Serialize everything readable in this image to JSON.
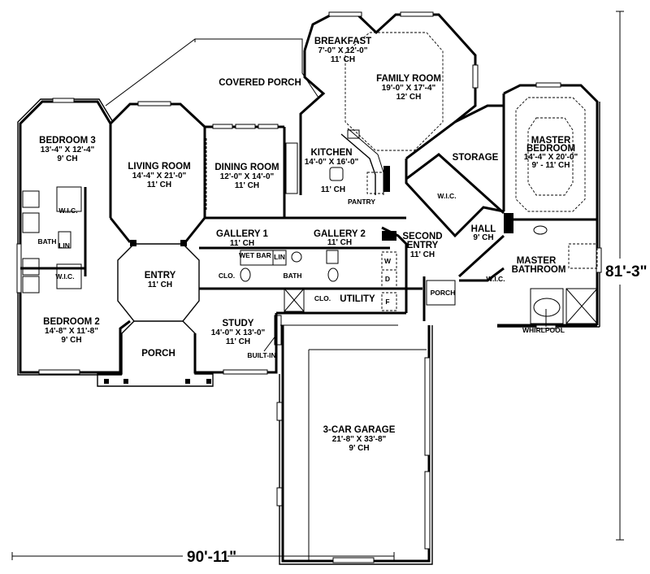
{
  "plan": {
    "overall_width": "90'-11\"",
    "overall_depth": "81'-3\""
  },
  "rooms": {
    "covered_porch": {
      "name": "COVERED PORCH"
    },
    "breakfast": {
      "name": "BREAKFAST",
      "size": "7'-0\" X 12'-0\"",
      "ceiling": "11' CH"
    },
    "family_room": {
      "name": "FAMILY ROOM",
      "size": "19'-0\" X 17'-4\"",
      "ceiling": "12' CH"
    },
    "bedroom3": {
      "name": "BEDROOM 3",
      "size": "13'-4\" X 12'-4\"",
      "ceiling": "9' CH"
    },
    "living_room": {
      "name": "LIVING ROOM",
      "size": "14'-4\" X 21'-0\"",
      "ceiling": "11' CH"
    },
    "dining_room": {
      "name": "DINING ROOM",
      "size": "12'-0\" X 14'-0\"",
      "ceiling": "11' CH"
    },
    "kitchen": {
      "name": "KITCHEN",
      "size": "14'-0\" X 16'-0\"",
      "ceiling": "11' CH"
    },
    "pantry": {
      "name": "PANTRY"
    },
    "storage": {
      "name": "STORAGE"
    },
    "master_bedroom": {
      "name1": "MASTER",
      "name2": "BEDROOM",
      "size": "14'-4\" X 20'-0\"",
      "ceiling": "9' - 11' CH"
    },
    "wic_master_closet": {
      "name": "W.I.C."
    },
    "hall": {
      "name": "HALL",
      "ceiling": "9' CH"
    },
    "master_bathroom": {
      "name1": "MASTER",
      "name2": "BATHROOM"
    },
    "wic_master_bath": {
      "name": "W.I.C."
    },
    "whirlpool": {
      "name": "WHIRLPOOL"
    },
    "gallery1": {
      "name": "GALLERY 1",
      "ceiling": "11' CH"
    },
    "gallery2": {
      "name": "GALLERY 2",
      "ceiling": "11' CH"
    },
    "second_entry": {
      "name1": "SECOND",
      "name2": "ENTRY",
      "ceiling": "11' CH"
    },
    "wet_bar": {
      "name": "WET BAR"
    },
    "lin_hall": {
      "name": "LIN"
    },
    "bath_hall": {
      "name": "BATH"
    },
    "clo_gallery": {
      "name": "CLO."
    },
    "clo_utility": {
      "name": "CLO."
    },
    "utility": {
      "name": "UTILITY",
      "washer": "W",
      "dryer": "D",
      "freezer": "F"
    },
    "porch_side": {
      "name": "PORCH"
    },
    "wic_bed3": {
      "name": "W.I.C."
    },
    "bath_bedrooms": {
      "name": "BATH"
    },
    "lin_bedrooms": {
      "name": "LIN"
    },
    "wic_bed2": {
      "name": "W.I.C."
    },
    "entry": {
      "name": "ENTRY",
      "ceiling": "11' CH"
    },
    "bedroom2": {
      "name": "BEDROOM 2",
      "size": "14'-8\" X 11'-8\"",
      "ceiling": "9' CH"
    },
    "porch_front": {
      "name": "PORCH"
    },
    "study": {
      "name": "STUDY",
      "size": "14'-0\" X 13'-0\"",
      "ceiling": "11' CH",
      "built_in": "BUILT-IN"
    },
    "garage": {
      "name": "3-CAR GARAGE",
      "size": "21'-8\" X 33'-8\"",
      "ceiling": "9' CH"
    }
  }
}
